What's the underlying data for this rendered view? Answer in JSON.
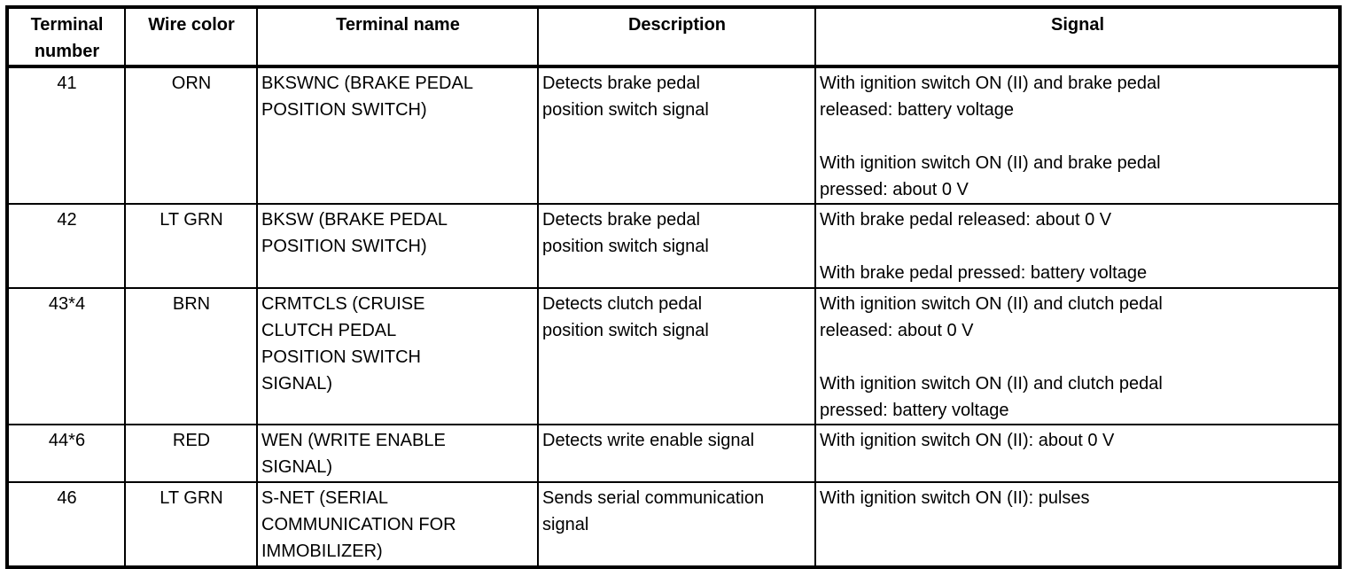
{
  "table": {
    "headers": [
      "Terminal\nnumber",
      "Wire color",
      "Terminal name",
      "Description",
      "Signal"
    ],
    "rows": [
      {
        "terminal_number": "41",
        "wire_color": "ORN",
        "terminal_name": "BKSWNC (BRAKE PEDAL\nPOSITION SWITCH)",
        "description": "Detects brake pedal\nposition switch signal",
        "signal": "With ignition switch ON (II) and brake pedal\nreleased: battery voltage\n\nWith ignition switch ON (II) and brake pedal\npressed: about 0 V"
      },
      {
        "terminal_number": "42",
        "wire_color": "LT GRN",
        "terminal_name": "BKSW (BRAKE PEDAL\nPOSITION SWITCH)",
        "description": "Detects brake pedal\nposition switch signal",
        "signal": "With brake pedal released: about 0 V\n\nWith brake pedal pressed: battery voltage"
      },
      {
        "terminal_number": "43*4",
        "wire_color": "BRN",
        "terminal_name": "CRMTCLS (CRUISE\nCLUTCH PEDAL\nPOSITION SWITCH\nSIGNAL)",
        "description": "Detects clutch pedal\nposition switch signal",
        "signal": "With ignition switch ON (II) and clutch pedal\nreleased: about 0 V\n\nWith ignition switch ON (II) and clutch pedal\npressed: battery voltage"
      },
      {
        "terminal_number": "44*6",
        "wire_color": "RED",
        "terminal_name": "WEN (WRITE ENABLE\nSIGNAL)",
        "description": "Detects write enable signal",
        "signal": "With ignition switch ON (II): about 0 V"
      },
      {
        "terminal_number": "46",
        "wire_color": "LT GRN",
        "terminal_name": "S-NET (SERIAL\nCOMMUNICATION FOR\nIMMOBILIZER)",
        "description": "Sends serial communication\nsignal",
        "signal": "With ignition switch ON (II): pulses"
      }
    ]
  }
}
